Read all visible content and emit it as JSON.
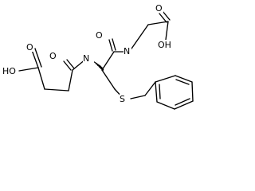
{
  "diagram_type": "chemical-structure",
  "atom_labels": {
    "o_carboxyl_right": "O",
    "oh_carboxyl_right": "OH",
    "o_amide_center": "O",
    "n_amide_center": "N",
    "o_amide_left": "O",
    "n_amide_left": "N",
    "o_carboxyl_left": "O",
    "ho_carboxyl_left": "HO",
    "s_thioether": "S"
  },
  "colors": {
    "bond": "#000000",
    "label": "#000000",
    "background": "#ffffff"
  }
}
